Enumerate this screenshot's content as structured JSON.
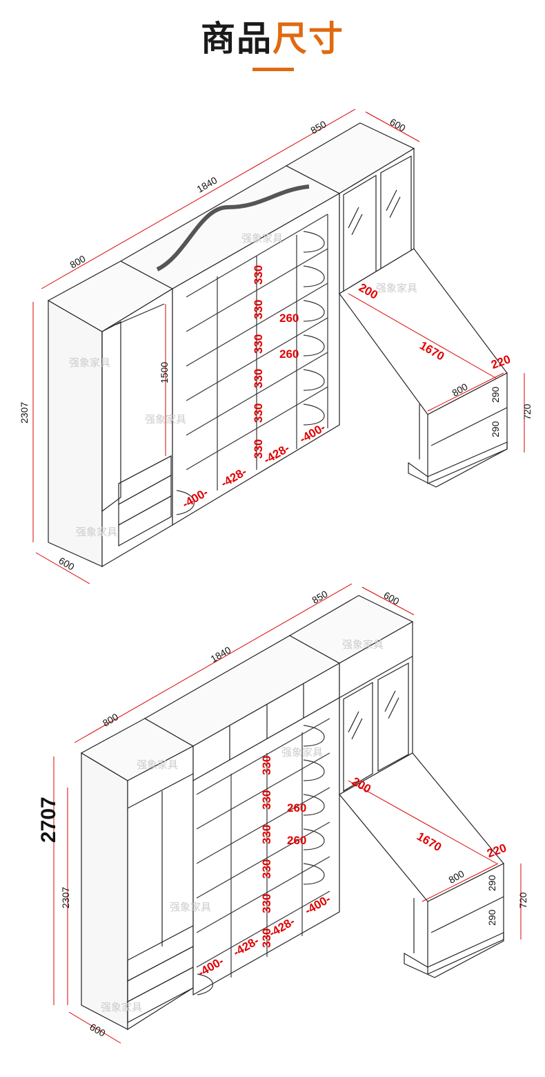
{
  "header": {
    "title_part1": "商品",
    "title_part2": "尺寸",
    "accent_color": "#e06a10"
  },
  "watermark": "强象家具",
  "diagram1": {
    "widths": [
      "800",
      "1840",
      "850",
      "600"
    ],
    "depth": "600",
    "height": "2307",
    "hanging_height": "1500",
    "shelf_heights": [
      "330",
      "330",
      "330",
      "330",
      "330",
      "330"
    ],
    "shelf_depths": [
      "260",
      "260"
    ],
    "shelf_widths": [
      "-400-",
      "-428-",
      "-428-",
      "-400-"
    ],
    "desk": {
      "depth_top": "200",
      "length": "1670",
      "side_depth": "220",
      "side_width": "800",
      "compartments": [
        "290",
        "290"
      ],
      "height": "720"
    }
  },
  "diagram2": {
    "widths": [
      "800",
      "1840",
      "850",
      "600"
    ],
    "depth": "600",
    "total_height": "2707",
    "height": "2307",
    "shelf_heights": [
      "330",
      "330",
      "330",
      "330",
      "330",
      "330"
    ],
    "shelf_depths": [
      "260",
      "260"
    ],
    "shelf_widths": [
      "-400-",
      "-428-",
      "-428-",
      "-400-"
    ],
    "desk": {
      "depth_top": "200",
      "length": "1670",
      "side_depth": "220",
      "side_width": "800",
      "compartments": [
        "290",
        "290"
      ],
      "height": "720"
    }
  }
}
